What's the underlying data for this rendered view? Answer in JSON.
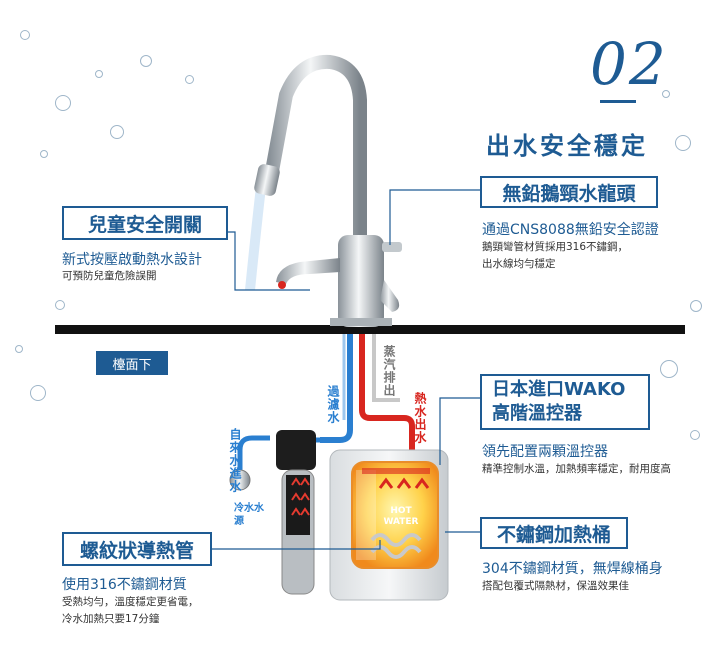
{
  "header": {
    "number": "02",
    "title": "出水安全穩定"
  },
  "labels": {
    "counter_under": "檯面下",
    "filtered_water": "過濾水",
    "steam_exhaust": "蒸汽排出",
    "hot_water_out": "熱水出水",
    "tap_water_in": "自來水進水",
    "cold_source": "冷水水源",
    "hot_water_tank": "HOT WATER"
  },
  "features": {
    "child_lock": {
      "title": "兒童安全開關",
      "desc": "新式按壓啟動熱水設計",
      "note": "可預防兒童危險誤開"
    },
    "faucet": {
      "title": "無鉛鵝頸水龍頭",
      "desc": "通過CNS8088無鉛安全認證",
      "note1": "鵝頸彎管材質採用316不鏽鋼，",
      "note2": "出水線均勻穩定"
    },
    "thermostat": {
      "title1": "日本進口WAKO",
      "title2": "高階溫控器",
      "desc": "領先配置兩顆溫控器",
      "note": "精準控制水溫，加熱頻率穩定，耐用度高"
    },
    "tank": {
      "title": "不鏽鋼加熱桶",
      "desc": "304不鏽鋼材質，無焊線桶身",
      "note": "搭配包覆式隔熱材，保溫效果佳"
    },
    "pipe": {
      "title": "螺紋狀導熱管",
      "desc": "使用316不鏽鋼材質",
      "note1": "受熱均勻，溫度穩定更省電，",
      "note2": "冷水加熱只要17分鐘"
    }
  },
  "colors": {
    "brand": "#1e5b93",
    "hot": "#d8261f",
    "cold": "#2a7fd0"
  }
}
